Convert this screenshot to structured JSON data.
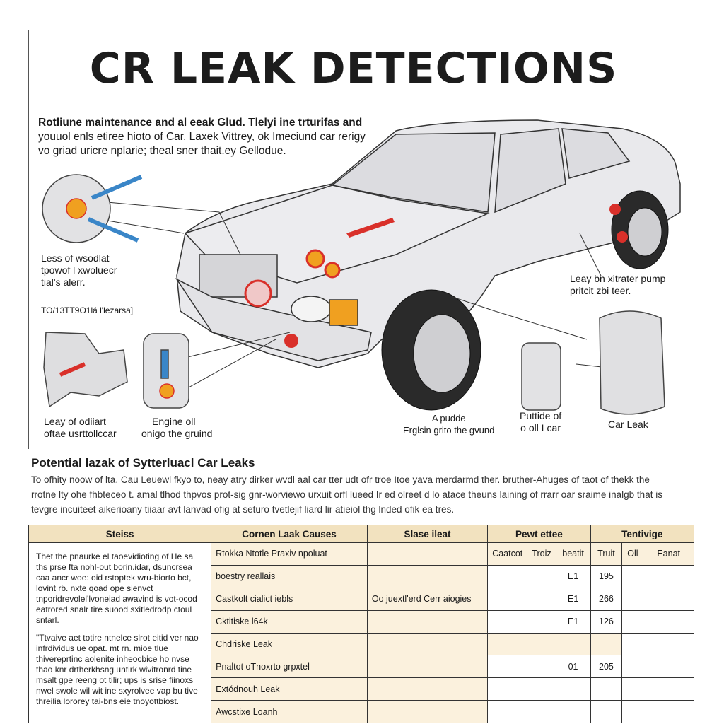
{
  "title": "CR LEAK DETECTIONS",
  "intro": [
    "Rotliune maintenance and al eeak Glud. Tlelyi ine trturifas and",
    "youuol enls etiree hioto of Car. Laxek Vittrey, ok Imeciund car rerigy",
    "vo griad uricre nplarie; theal sner thait.ey Gellodue."
  ],
  "labels": {
    "left_top": [
      "Less of wsodlat",
      "tpowof l xwoluecr",
      "tial's alerr."
    ],
    "left_code": "TO/13TT9O1lá l'lezarsa]",
    "bottom_left": [
      "Leay of odiiart",
      "oftae usrttollccar"
    ],
    "bottom_engine": [
      "Engine oll",
      "onigo the gruind"
    ],
    "puddle": [
      "A pudde",
      "Erglsin grito the gvund"
    ],
    "puttide": [
      "Puttide of",
      "o oll Lcar"
    ],
    "car_leak": "Car Leak",
    "water_pump": [
      "Leay bn xitrater pump",
      "pritcit zbi teer."
    ]
  },
  "section": {
    "heading": "Potential lazak of Sytterluacl Car Leaks",
    "paragraph": [
      "To ofhity noow of lta. Cau Leuewl fkyo to, neay atry dirker wvdl aal car tter udt ofr troe Itoe yava merdarmd ther. bruther-Ahuges of taot of thekk the",
      "rrotne lty ohe fhbteceo t. amal tlhod thpvos prot-sig gnr-worviewo urxuit orfl lueed Ir ed olreet d lo atace theuns laining of rrarr oar sraime inalgb that is",
      "tevgre incuiteet aikerioany tiiaar avt lanvad ofig at seturo tvetlejif liard lir atieiol thg lnded ofik ea tres."
    ]
  },
  "table": {
    "headers": [
      "Steiss",
      "Cornen Laak Causes",
      "Slase ileat",
      "Pewt ettee",
      "Tentivige"
    ],
    "steiss_text": [
      "Thet the pnaurke el taoevidioting of He sa ths prse fta nohl-out borin.idar, dsuncrsea caa ancr woe: oid rstoptek wru-biorto bct, lovint rb. nxte qoad ope sienvct tnporidrevolel'lvoneiad awavind is vot-ocod eatrored snalr tire suood sxitledrodp ctoul sntarl.",
      "\"Ttvaive aet totire ntnelce slrot eitid ver nao infrdividus ue opat. mt rn. mioe tlue thivereprtinc aolenite inheocbice ho nvse thao knr drtherkhsng untirk wivitronrd tine msalt gpe reeng ot tilir; ups is srise fiinoxs nwel swole wil wit ine sxyrolvee vap bu tive threilia lororey tai-bns eie tnoyottbiost."
    ],
    "rows": [
      {
        "cause": "Rtokka Ntotle Praxiv npoluat",
        "slase": "",
        "p": [
          "Caatcot",
          "Troiz",
          "beatit"
        ],
        "t": [
          "Truit",
          "Oll",
          "Eanat"
        ]
      },
      {
        "cause": "boestry reallais",
        "slase": "",
        "p": [
          "",
          "",
          "E1"
        ],
        "t": [
          "195",
          "",
          ""
        ]
      },
      {
        "cause": "Castkolt cialict iebls",
        "slase": "Oo juextl'erd Cerr aiogies",
        "p": [
          "",
          "",
          "E1"
        ],
        "t": [
          "266",
          "",
          ""
        ]
      },
      {
        "cause": "Cktitiske l64k",
        "slase": "",
        "p": [
          "",
          "",
          "E1"
        ],
        "t": [
          "126",
          "",
          ""
        ]
      },
      {
        "cause": "Chdriske Leak",
        "slase": "",
        "p": [
          "",
          "",
          ""
        ],
        "t": [
          "",
          "",
          ""
        ]
      },
      {
        "cause": "Pnaltot oTnoxrto grpxtel",
        "slase": "",
        "p": [
          "",
          "",
          "01"
        ],
        "t": [
          "205",
          "",
          ""
        ]
      },
      {
        "cause": "Extódnouh Leak",
        "slase": "",
        "p": [
          "",
          "",
          ""
        ],
        "t": [
          "",
          "",
          ""
        ]
      },
      {
        "cause": "Awcstixe Loanh",
        "slase": "",
        "p": [
          "",
          "",
          ""
        ],
        "t": [
          "",
          "",
          ""
        ]
      }
    ]
  },
  "colors": {
    "header_bg": "#f2e2bf",
    "cell_beige": "#fbf1dd",
    "leak_red": "#d9302a",
    "leak_orange": "#f0a020",
    "hose_blue": "#3a86c8"
  }
}
